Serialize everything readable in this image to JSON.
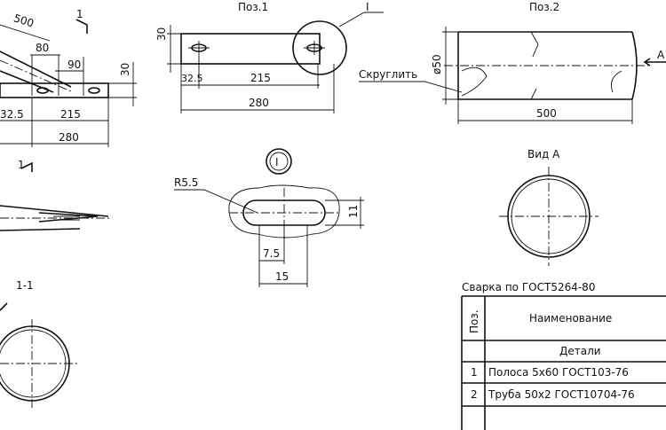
{
  "drawing": {
    "assembly_view": {
      "dim_length": "500",
      "dim_slot_offset": "80",
      "dim_tip": "90",
      "dim_height": "30",
      "dim_left": "32.5",
      "dim_middle": "215",
      "dim_total": "280",
      "section_mark": "1"
    },
    "part1": {
      "title": "Поз.1",
      "dim_height": "30",
      "dim_left": "32.5",
      "dim_middle": "215",
      "dim_total": "280",
      "callout": "I"
    },
    "part2": {
      "title": "Поз.2",
      "dim_diameter": "ø50",
      "note": "Скруглить",
      "dim_length": "500",
      "view_arrow": "А"
    },
    "detail_I": {
      "label": "I",
      "radius": "R5.5",
      "dim_height": "11",
      "dim_half": "7.5",
      "dim_width": "15"
    },
    "view_A": {
      "title": "Вид А"
    },
    "side_view": {
      "section_mark": "1"
    },
    "section_1_1": {
      "title": "1-1"
    },
    "welding_note": "Сварка по ГОСТ5264-80",
    "table": {
      "header_pos": "Поз.",
      "header_name": "Наименование",
      "section": "Детали",
      "rows": [
        {
          "pos": "1",
          "name": "Полоса 5x60  ГОСТ103-76"
        },
        {
          "pos": "2",
          "name": "Труба 50x2  ГОСТ10704-76"
        }
      ]
    }
  }
}
